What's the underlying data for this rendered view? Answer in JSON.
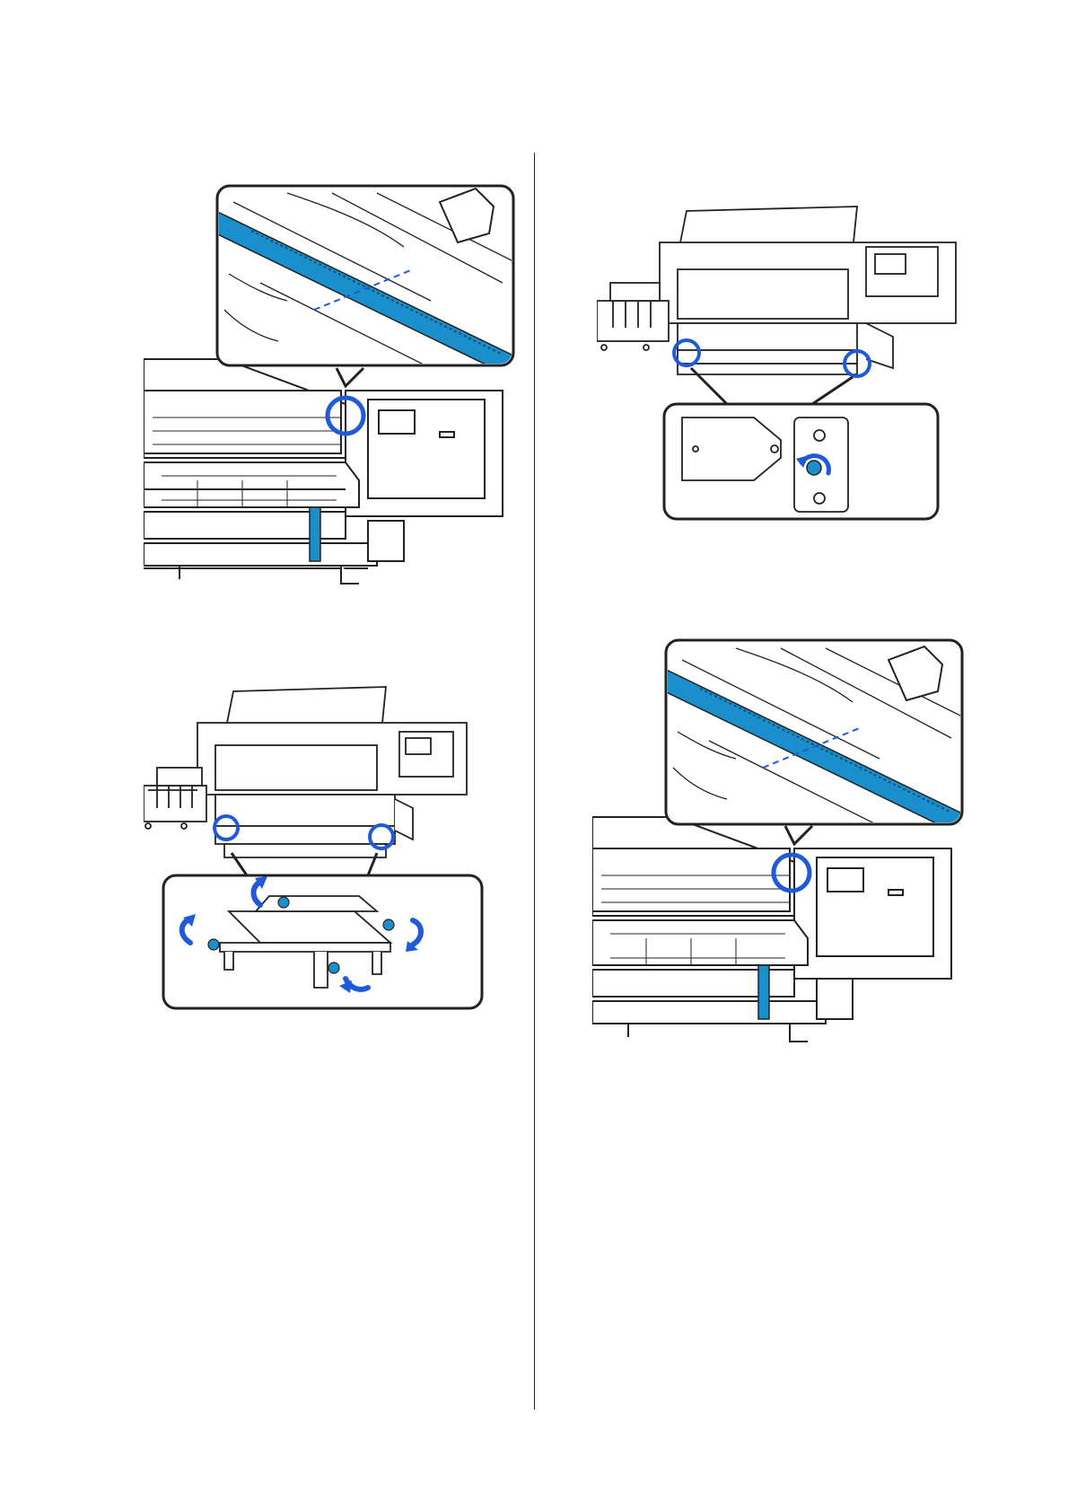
{
  "page": {
    "background": "#ffffff"
  },
  "colors": {
    "accent_blue": "#1a8fcc",
    "marker_blue": "#1f5bd8",
    "line": "#222222",
    "panel_fill": "#ffffff"
  },
  "illustrations": [
    {
      "id": "fig-1",
      "icon": "printer-platen-ruler-closeup",
      "callout": "circle-marker"
    },
    {
      "id": "fig-2",
      "icon": "printer-media-feeder-knobs",
      "callout": "circle-marker",
      "arrows": 4
    },
    {
      "id": "fig-3",
      "icon": "printer-stopper-rotate",
      "callout": "circle-marker",
      "arrows": 1
    },
    {
      "id": "fig-4",
      "icon": "printer-platen-ruler-closeup",
      "callout": "circle-marker"
    }
  ]
}
